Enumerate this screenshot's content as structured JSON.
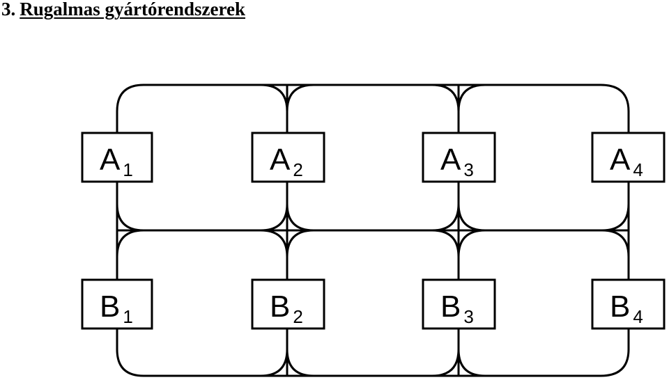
{
  "header": {
    "number": "3.",
    "title": "Rugalmas gyártórendszerek"
  },
  "stations": [
    {
      "id": "a1",
      "letter": "A",
      "index": "1"
    },
    {
      "id": "a2",
      "letter": "A",
      "index": "2"
    },
    {
      "id": "a3",
      "letter": "A",
      "index": "3"
    },
    {
      "id": "a4",
      "letter": "A",
      "index": "4"
    },
    {
      "id": "b1",
      "letter": "B",
      "index": "1"
    },
    {
      "id": "b2",
      "letter": "B",
      "index": "2"
    },
    {
      "id": "b3",
      "letter": "B",
      "index": "3"
    },
    {
      "id": "b4",
      "letter": "B",
      "index": "4"
    }
  ],
  "colors": {
    "line": "#000000",
    "background": "#ffffff"
  }
}
